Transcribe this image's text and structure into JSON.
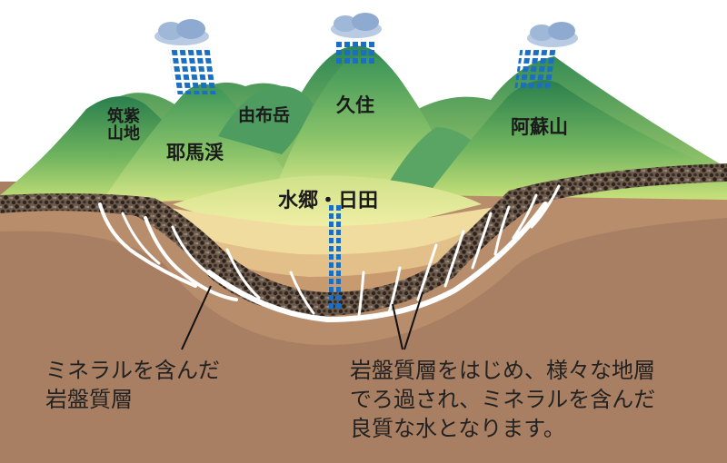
{
  "labels": {
    "chikushi": [
      "筑紫",
      "山地"
    ],
    "yabakei": "耶馬渓",
    "yufudake": "由布岳",
    "kuju": "久住",
    "aso": "阿蘇山",
    "suikyo": "水郷・日田"
  },
  "captions": {
    "left": [
      "ミネラルを含んだ",
      "岩盤質層"
    ],
    "right": [
      "岩盤質層をはじめ、様々な地層",
      "でろ過され、ミネラルを含んだ",
      "良質な水となります。"
    ]
  },
  "colors": {
    "bedrock": "#a87f62",
    "layer_brown": "#c89a6f",
    "layer_tan": "#e3c08a",
    "layer_sand": "#f1dca0",
    "gravel": "#4a3b30",
    "mountain_dark": "#2f8a55",
    "mountain_light": "#b8dc6a",
    "basin": "#dbe88a",
    "rain": "#1b6fc2",
    "cloud": "#9fb8d8",
    "water_vein": "#ffffff"
  }
}
